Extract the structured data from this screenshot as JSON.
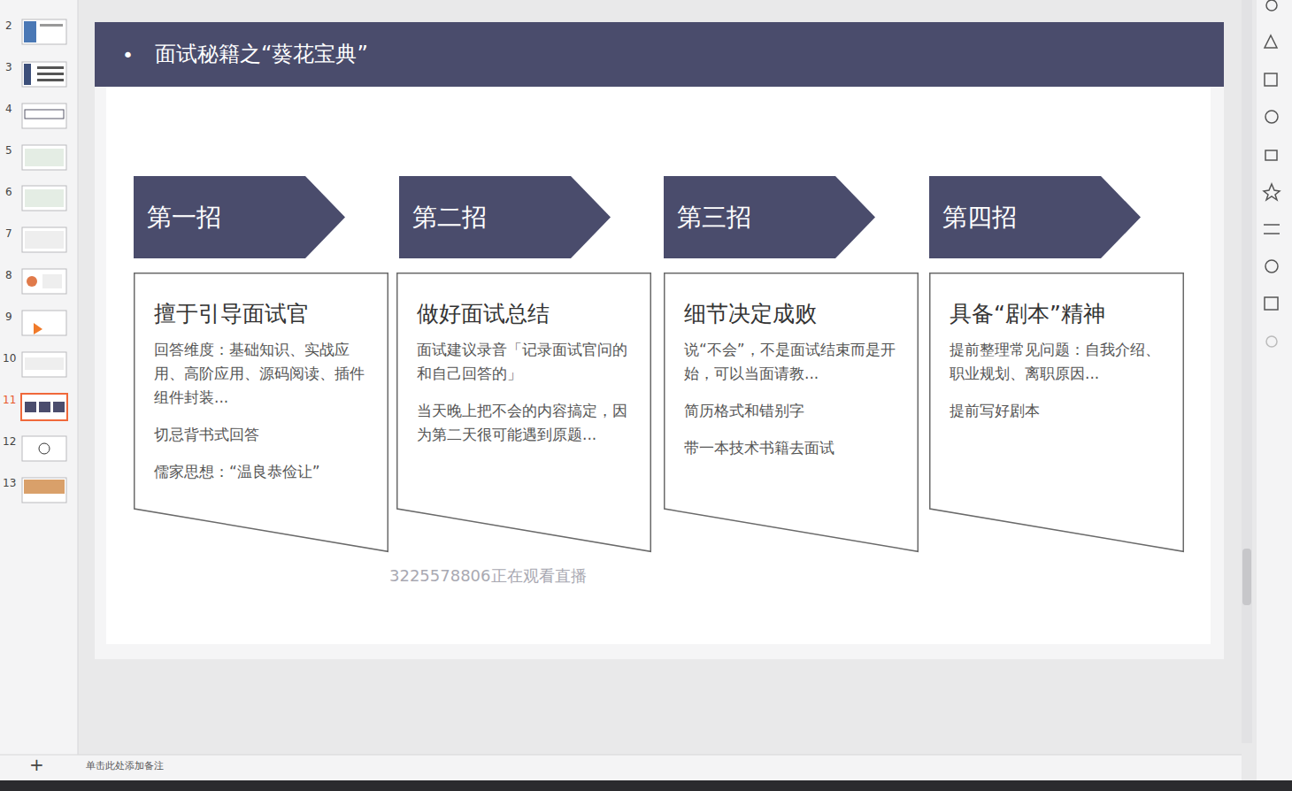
{
  "diagram": {
    "title": "面试秘籍之“葵花宝典”",
    "nodes": [
      {
        "text": [
          "第一招"
        ]
      },
      {
        "text": [
          "擅于引导面试官",
          "回答维度：基础知识、实战应用、高阶应用、源码阅读、插件组件封装...",
          "切忌背书式回答",
          "儒家思想：“温良恭俭让”"
        ]
      },
      {
        "text": [
          "第二招"
        ]
      },
      {
        "text": [
          "做好面试总结",
          "面试建议录音「记录面试官问的和自己回答的」",
          "当天晚上把不会的内容搞定，因为第二天很可能遇到原题..."
        ]
      },
      {
        "text": [
          "第三招"
        ]
      },
      {
        "text": [
          "细节决定成败",
          "说“不会”，不是面试结束而是开始，可以当面请教...",
          "简历格式和错别字",
          "带一本技术书籍去面试"
        ]
      },
      {
        "text": [
          "第四招"
        ]
      },
      {
        "text": [
          "具备“剧本”精神",
          "提前整理常见问题：自我介绍、职业规划、离职原因...",
          "提前写好剧本"
        ]
      }
    ],
    "labels": [
      "•",
      "2",
      "3",
      "4",
      "5",
      "6",
      "7",
      "8",
      "9",
      "10",
      "11",
      "12",
      "13",
      "3225578806正在观看直播",
      "+",
      "单击此处添加备注"
    ]
  }
}
